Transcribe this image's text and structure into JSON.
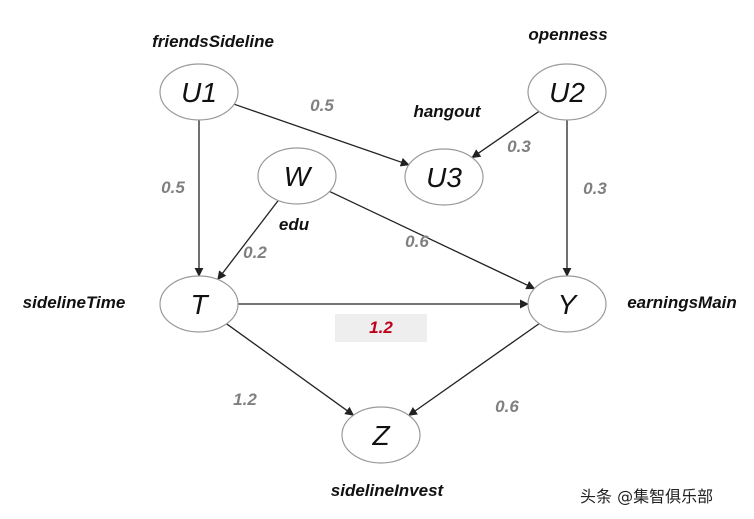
{
  "colors": {
    "node_stroke": "#9a9a9a",
    "edge": "#222222",
    "weight_text": "#808080",
    "highlight_weight": "#c0001a",
    "highlight_bg": "#eeeeee"
  },
  "nodes": {
    "U1": {
      "label": "U1",
      "caption": "friendsSideline"
    },
    "U2": {
      "label": "U2",
      "caption": "openness"
    },
    "U3": {
      "label": "U3",
      "caption": "hangout"
    },
    "W": {
      "label": "W",
      "caption": "edu"
    },
    "T": {
      "label": "T",
      "caption": "sidelineTime"
    },
    "Y": {
      "label": "Y",
      "caption": "earningsMain"
    },
    "Z": {
      "label": "Z",
      "caption": "sidelineInvest"
    }
  },
  "edges": [
    {
      "from": "U1",
      "to": "U3",
      "weight": "0.5"
    },
    {
      "from": "U2",
      "to": "U3",
      "weight": "0.3"
    },
    {
      "from": "U1",
      "to": "T",
      "weight": "0.5"
    },
    {
      "from": "U2",
      "to": "Y",
      "weight": "0.3"
    },
    {
      "from": "W",
      "to": "T",
      "weight": "0.2"
    },
    {
      "from": "W",
      "to": "Y",
      "weight": "0.6"
    },
    {
      "from": "T",
      "to": "Y",
      "weight": "1.2",
      "highlight": true
    },
    {
      "from": "T",
      "to": "Z",
      "weight": "1.2"
    },
    {
      "from": "Y",
      "to": "Z",
      "weight": "0.6"
    }
  ],
  "watermark": "头条 @集智俱乐部"
}
